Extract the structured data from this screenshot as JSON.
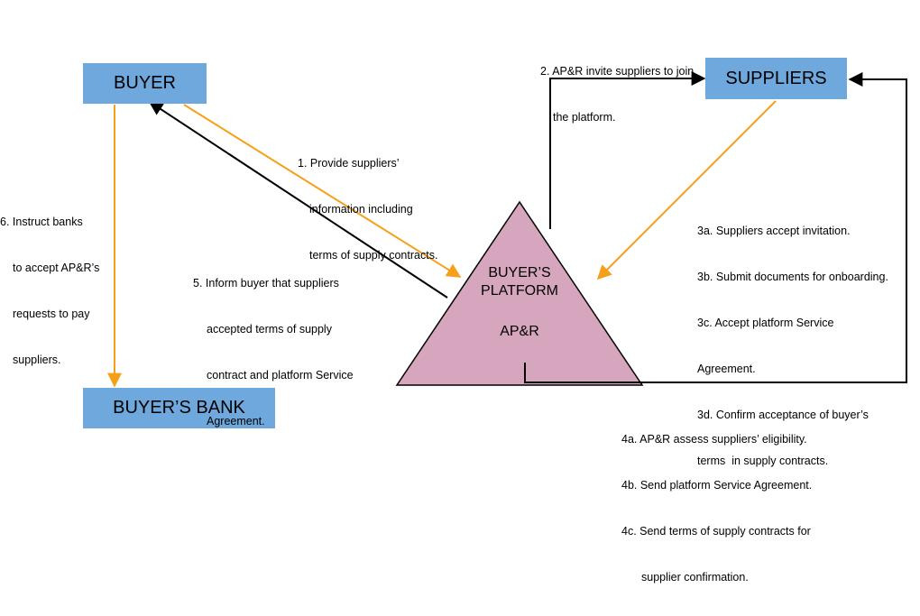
{
  "colors": {
    "box_fill": "#6fa8dc",
    "platform_fill": "#d5a6bd",
    "orange_arrow": "#f6a01a",
    "black_arrow": "#000000"
  },
  "nodes": {
    "buyer": "BUYER",
    "suppliers": "SUPPLIERS",
    "buyers_bank": "BUYER’S BANK",
    "platform_line1": "BUYER’S",
    "platform_line2": "PLATFORM",
    "platform_sub": "AP&R"
  },
  "steps": {
    "step1": [
      "1. Provide suppliers’",
      "information including",
      "terms of supply contracts."
    ],
    "step2": [
      "2. AP&R invite suppliers to join",
      "the platform."
    ],
    "step3": [
      "3a. Suppliers accept invitation.",
      "3b. Submit documents for onboarding.",
      "3c. Accept platform Service",
      "Agreement.",
      "3d. Confirm acceptance of buyer’s",
      "terms  in supply contracts."
    ],
    "step4": [
      "4a. AP&R assess suppliers’ eligibility.",
      "4b. Send platform Service Agreement.",
      "4c. Send terms of supply contracts for",
      "supplier confirmation."
    ],
    "step5": [
      "5. Inform buyer that suppliers",
      "accepted terms of supply",
      "contract and platform Service",
      "Agreement."
    ],
    "step6": [
      "6. Instruct banks",
      "to accept AP&R’s",
      "requests to pay",
      "suppliers."
    ]
  }
}
